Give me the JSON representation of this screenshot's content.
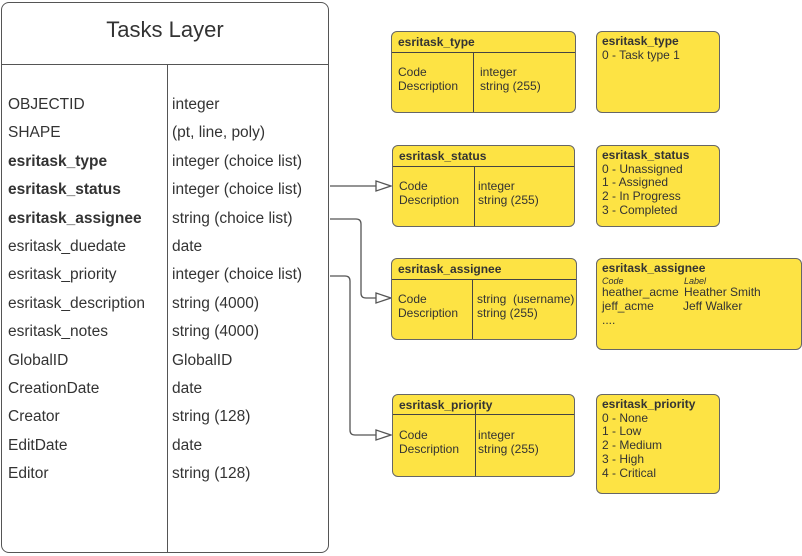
{
  "layer": {
    "title": "Tasks Layer",
    "fields": [
      {
        "name": "OBJECTID",
        "type": "integer",
        "bold": false
      },
      {
        "name": "SHAPE",
        "type": "(pt, line, poly)",
        "bold": false
      },
      {
        "name": "esritask_type",
        "type": "integer (choice list)",
        "bold": true
      },
      {
        "name": "esritask_status",
        "type": "integer (choice list)",
        "bold": true
      },
      {
        "name": "esritask_assignee",
        "type": "string (choice list)",
        "bold": true
      },
      {
        "name": "esritask_duedate",
        "type": "date",
        "bold": false
      },
      {
        "name": "esritask_priority",
        "type": "integer (choice list)",
        "bold": false
      },
      {
        "name": "esritask_description",
        "type": "string (4000)",
        "bold": false
      },
      {
        "name": "esritask_notes",
        "type": "string (4000)",
        "bold": false
      },
      {
        "name": "GlobalID",
        "type": "GlobalID",
        "bold": false
      },
      {
        "name": "CreationDate",
        "type": "date",
        "bold": false
      },
      {
        "name": "Creator",
        "type": "string (128)",
        "bold": false
      },
      {
        "name": "EditDate",
        "type": "date",
        "bold": false
      },
      {
        "name": "Editor",
        "type": "string (128)",
        "bold": false
      }
    ]
  },
  "tables": [
    {
      "title": "esritask_type",
      "col1": "Code\nDescription",
      "col2": "integer\nstring (255)"
    },
    {
      "title": "esritask_status",
      "col1": "Code\nDescription",
      "col2": "integer\nstring (255)"
    },
    {
      "title": "esritask_assignee",
      "col1": "Code\nDescription",
      "col2": "string  (username)\nstring (255)"
    },
    {
      "title": "esritask_priority",
      "col1": "Code\nDescription",
      "col2": "integer\nstring (255)"
    }
  ],
  "domains": {
    "type": {
      "title": "esritask_type",
      "values": [
        "0 - Task type 1"
      ]
    },
    "status": {
      "title": "esritask_status",
      "values": [
        "0 - Unassigned",
        "1 - Assigned",
        "2 - In Progress",
        "3 - Completed"
      ]
    },
    "assignee": {
      "title": "esritask_assignee",
      "code_header": "Code",
      "label_header": "Label",
      "rows": [
        [
          "heather_acme",
          "Heather Smith"
        ],
        [
          "jeff_acme",
          "Jeff Walker"
        ]
      ],
      "more": "...."
    },
    "priority": {
      "title": "esritask_priority",
      "values": [
        "0 - None",
        "1 - Low",
        "2 - Medium",
        "3 - High",
        "4 - Critical"
      ]
    }
  },
  "colors": {
    "box_fill": "#fde344",
    "border": "#555555"
  }
}
